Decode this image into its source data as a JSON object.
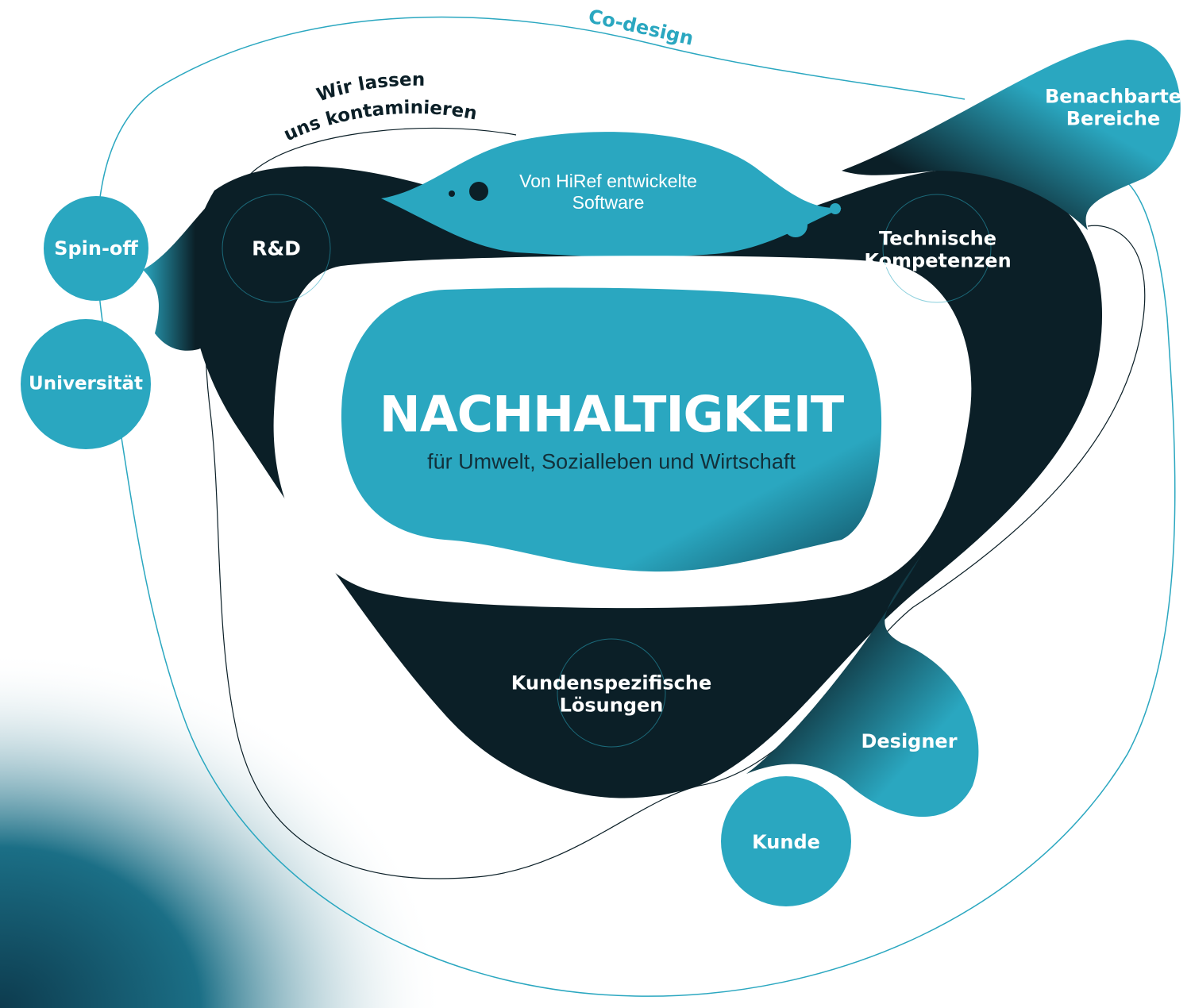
{
  "colors": {
    "teal": "#2aa7c0",
    "dark": "#0b1f27",
    "white": "#ffffff",
    "text_dark": "#12303a"
  },
  "center": {
    "title": "NACHHALTIGKEIT",
    "subtitle": "für Umwelt, Sozialleben und Wirtschaft"
  },
  "arcs": {
    "codesign": "Co-design",
    "contaminate_line1": "Wir lassen",
    "contaminate_line2": "uns kontaminieren"
  },
  "core_nodes": {
    "rd": "R&D",
    "software_line1": "Von HiRef entwickelte",
    "software_line2": "Software",
    "technical_line1": "Technische",
    "technical_line2": "Kompetenzen",
    "custom_line1": "Kundenspezifische",
    "custom_line2": "Lösungen"
  },
  "outer_nodes": {
    "spinoff": "Spin-off",
    "university": "Universität",
    "adjacent_line1": "Benachbarte",
    "adjacent_line2": "Bereiche",
    "designer": "Designer",
    "customer": "Kunde"
  }
}
